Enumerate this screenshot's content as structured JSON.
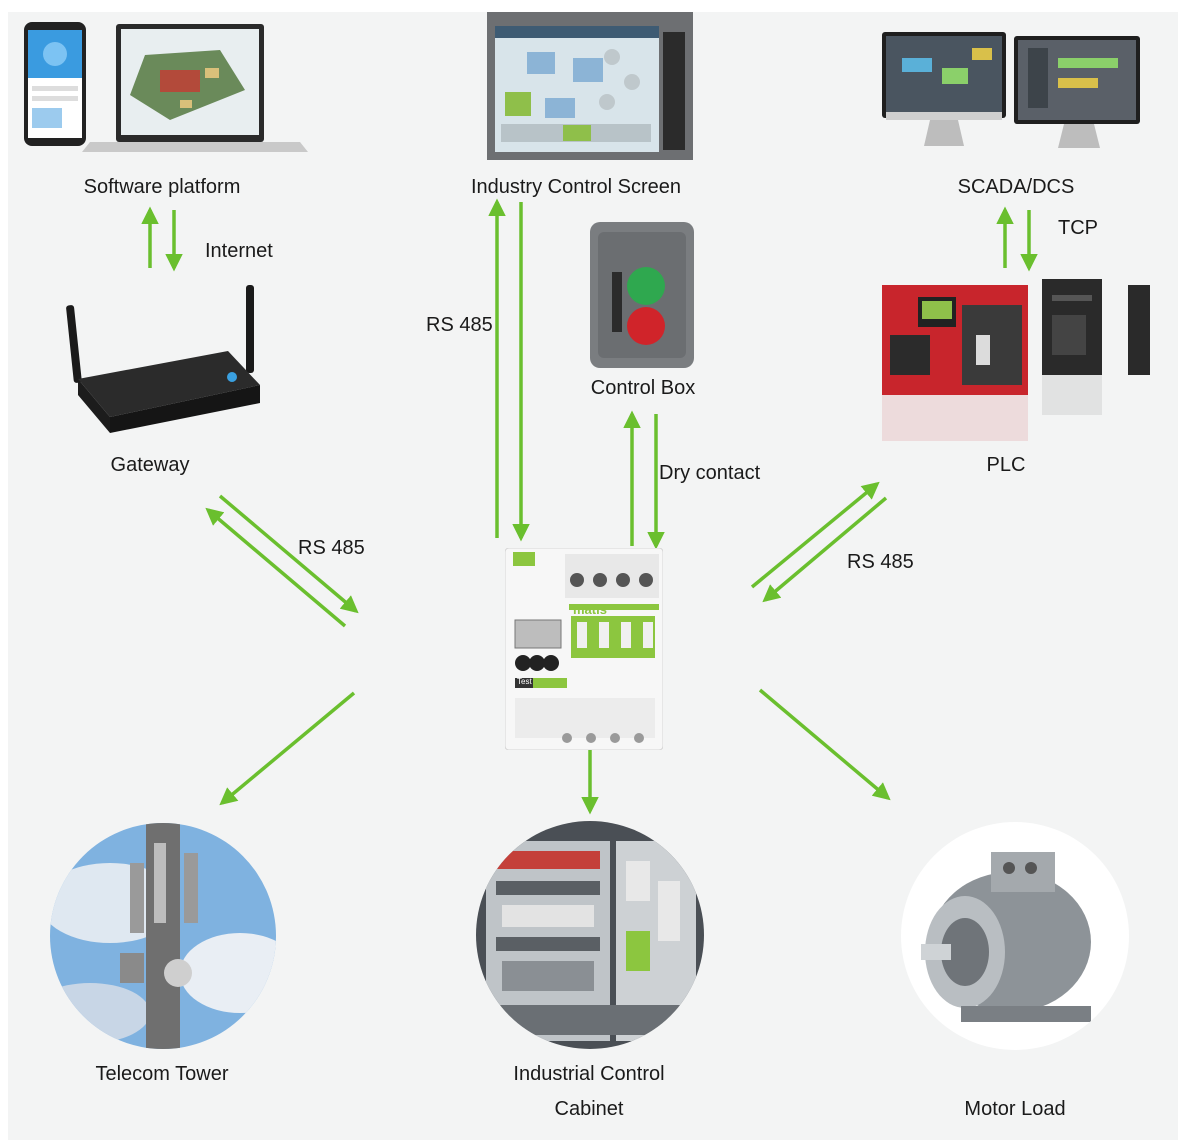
{
  "nodes": {
    "software_platform": "Software platform",
    "industry_control_screen": "Industry Control Screen",
    "scada_dcs": "SCADA/DCS",
    "control_box": "Control Box",
    "gateway": "Gateway",
    "plc": "PLC",
    "telecom_tower": "Telecom Tower",
    "industrial_control_cabinet_line1": "Industrial Control",
    "industrial_control_cabinet_line2": "Cabinet",
    "motor_load": "Motor Load",
    "device_brand": "matis",
    "device_test_label": "Test"
  },
  "edges": {
    "internet": "Internet",
    "tcp": "TCP",
    "rs485_screen": "RS 485",
    "rs485_gateway": "RS 485",
    "rs485_plc": "RS 485",
    "dry_contact": "Dry contact"
  },
  "colors": {
    "arrow": "#6abf2e",
    "background": "#f3f4f4",
    "device_green": "#8cc63f"
  }
}
